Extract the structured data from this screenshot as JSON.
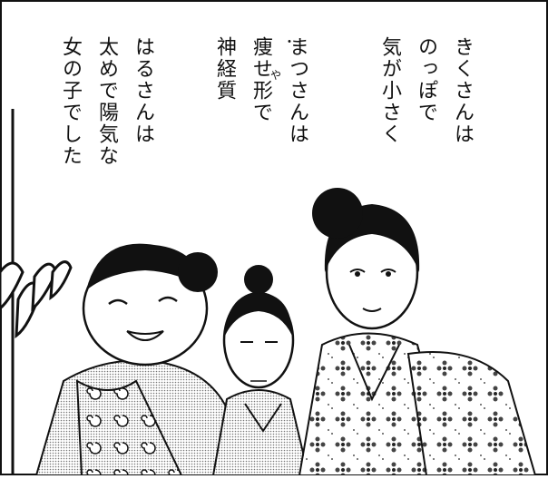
{
  "narration": {
    "kiku": [
      "きくさんは",
      "のっぽで",
      "気が小さく"
    ],
    "matsu": [
      "まつさんは",
      "痩せ形で",
      "神経質"
    ],
    "haru": [
      "はるさんは",
      "太めで陽気な",
      "女の子でした"
    ],
    "furigana_matsu_yase": "や"
  },
  "colors": {
    "ink": "#111111",
    "paper": "#ffffff",
    "tone": "#bdbdbd"
  }
}
